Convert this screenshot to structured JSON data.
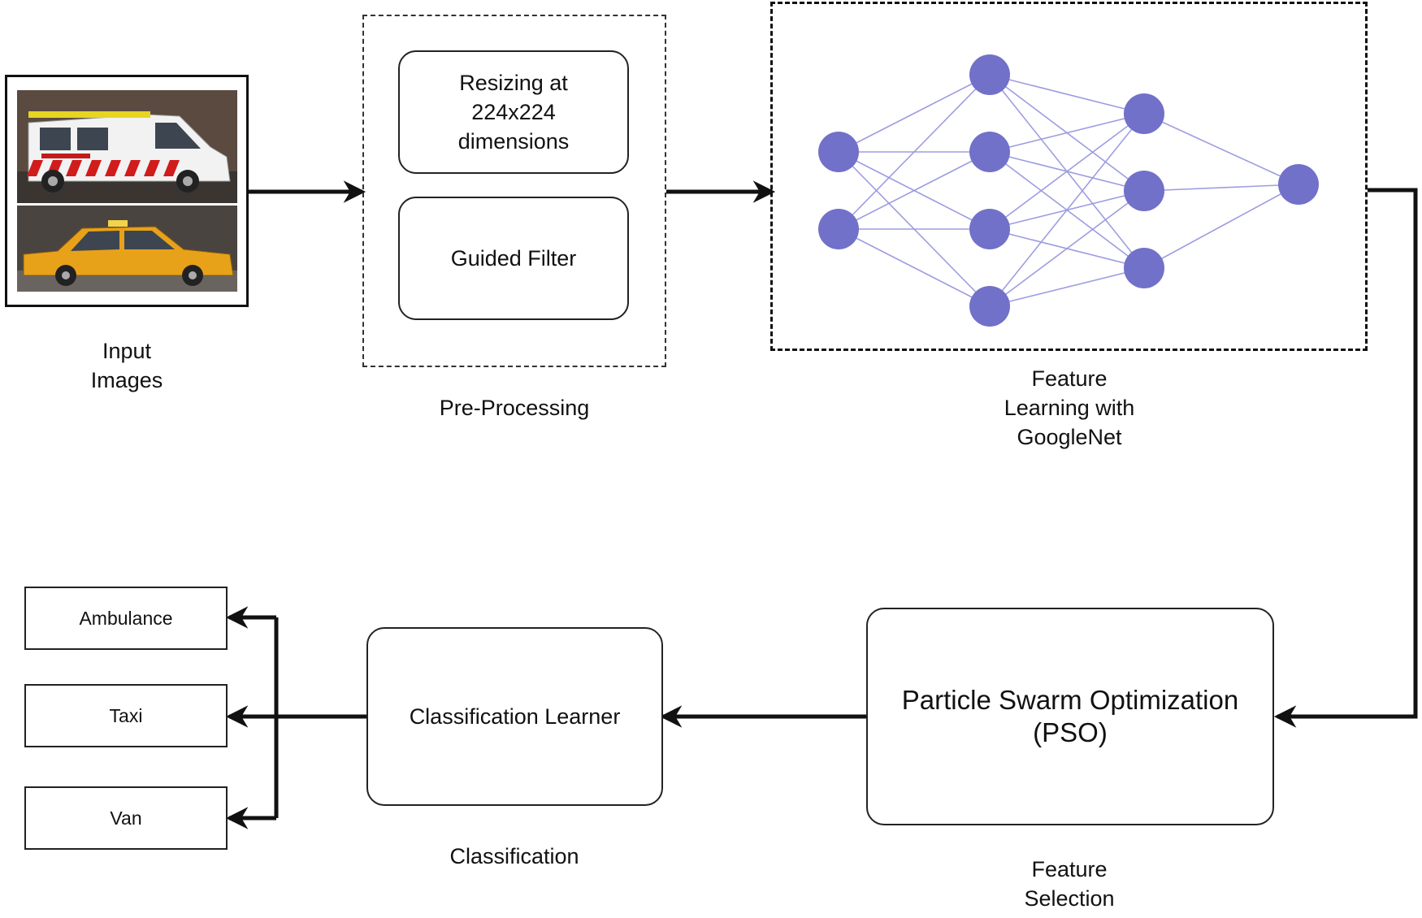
{
  "input": {
    "caption": "Input\nImages",
    "photos": [
      {
        "alt": "ambulance van",
        "color": "#c41a1a"
      },
      {
        "alt": "yellow taxi",
        "color": "#e8a21a"
      }
    ]
  },
  "preprocessing": {
    "step1": "Resizing at\n224x224\ndimensions",
    "step2": "Guided Filter",
    "caption": "Pre-Processing"
  },
  "feature_learning": {
    "caption": "Feature\nLearning with\nGoogleNet",
    "node_color": "#7171c9",
    "edge_color": "#9d9de0"
  },
  "feature_selection": {
    "box": "Particle Swarm Optimization\n(PSO)",
    "caption": "Feature\nSelection"
  },
  "classification": {
    "box": "Classification Learner",
    "caption": "Classification"
  },
  "outputs": [
    "Ambulance",
    "Taxi",
    "Van"
  ]
}
